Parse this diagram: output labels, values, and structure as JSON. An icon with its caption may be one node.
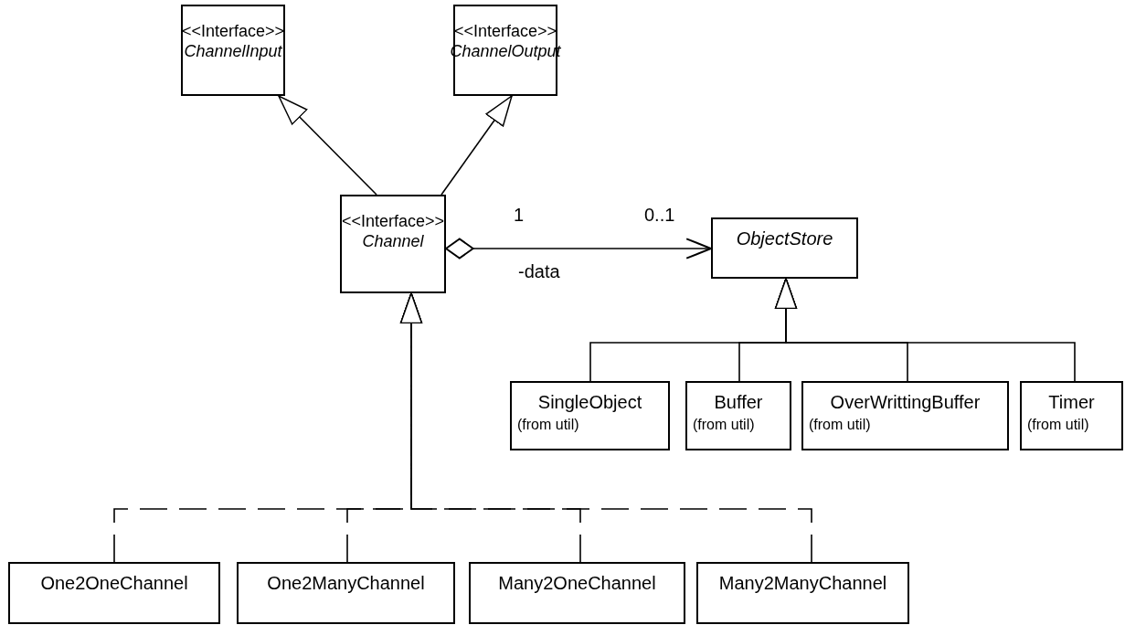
{
  "diagram": {
    "nodes": [
      {
        "text": [
          "<<Interface>>",
          "ChannelInput"
        ]
      },
      {
        "text": [
          "<<Interface>>",
          "ChannelOutput"
        ]
      },
      {
        "text": [
          "<<Interface>>",
          "Channel"
        ]
      },
      {
        "text": [
          "ObjectStore"
        ]
      },
      {
        "text": [
          "SingleObject",
          "(from util)"
        ]
      },
      {
        "text": [
          "Buffer",
          "(from util)"
        ]
      },
      {
        "text": [
          "OverWrittingBuffer",
          "(from util)"
        ]
      },
      {
        "text": [
          "Timer",
          "(from util)"
        ]
      },
      {
        "text": [
          "One2OneChannel"
        ]
      },
      {
        "text": [
          "One2ManyChannel"
        ]
      },
      {
        "text": [
          "Many2OneChannel"
        ]
      },
      {
        "text": [
          "Many2ManyChannel"
        ]
      }
    ],
    "edges": [
      {
        "from": 2,
        "to": 0,
        "arrow": "to"
      },
      {
        "from": 2,
        "to": 1,
        "arrow": "to"
      },
      {
        "from": 2,
        "to": 3,
        "arrow": "to",
        "label": "-data"
      },
      {
        "from": 4,
        "to": 3,
        "arrow": "to"
      },
      {
        "from": 5,
        "to": 3,
        "arrow": "to"
      },
      {
        "from": 6,
        "to": 3,
        "arrow": "to"
      },
      {
        "from": 7,
        "to": 3,
        "arrow": "to"
      },
      {
        "from": 8,
        "to": 2,
        "arrow": "to",
        "style": "dashed"
      },
      {
        "from": 9,
        "to": 2,
        "arrow": "to",
        "style": "dashed"
      },
      {
        "from": 10,
        "to": 2,
        "arrow": "to",
        "style": "dashed"
      },
      {
        "from": 11,
        "to": 2,
        "arrow": "to",
        "style": "dashed"
      }
    ],
    "labels": [
      "1",
      "0..1"
    ]
  }
}
